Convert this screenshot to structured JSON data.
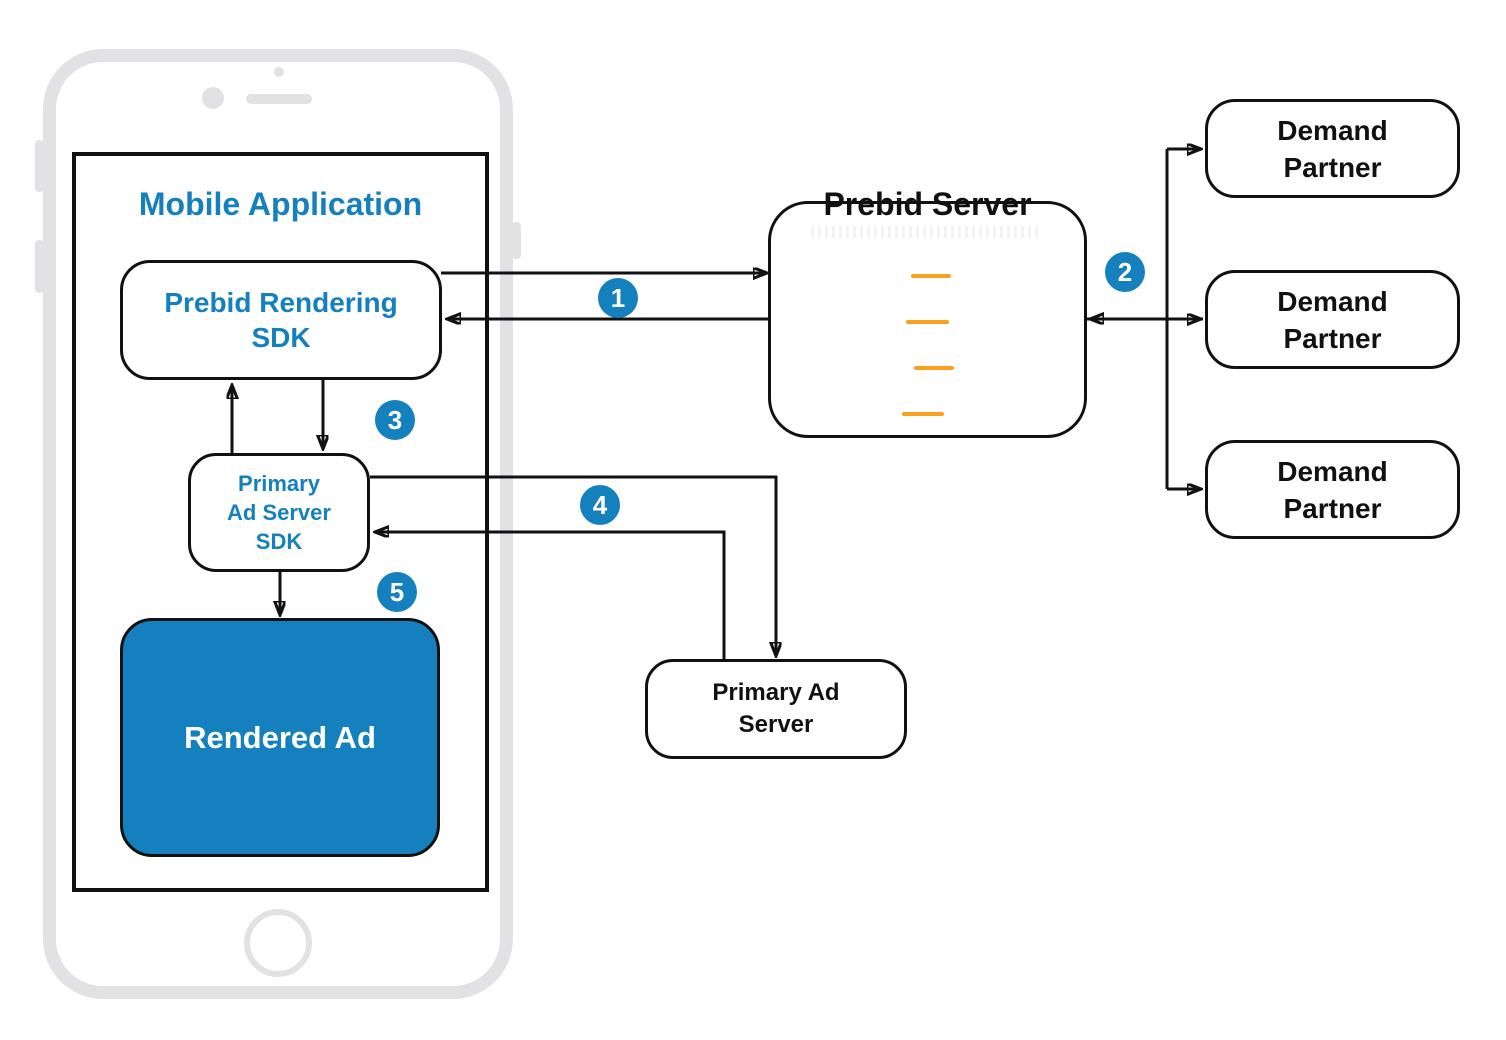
{
  "colors": {
    "accent": "#1480BD",
    "orange": "#F9A01C",
    "line": "#111111",
    "phone": "#E2E2E4"
  },
  "mobile_app": {
    "title": "Mobile Application"
  },
  "nodes": {
    "prebid_rendering_sdk": {
      "label": "Prebid Rendering\nSDK"
    },
    "primary_ad_server_sdk": {
      "label": "Primary\nAd Server\nSDK"
    },
    "rendered_ad": {
      "label": "Rendered Ad"
    },
    "prebid_server": {
      "label": "Prebid Server"
    },
    "primary_ad_server": {
      "label": "Primary Ad\nServer"
    },
    "demand_partners": [
      {
        "label": "Demand\nPartner"
      },
      {
        "label": "Demand\nPartner"
      },
      {
        "label": "Demand\nPartner"
      }
    ]
  },
  "steps": [
    {
      "number": "1"
    },
    {
      "number": "2"
    },
    {
      "number": "3"
    },
    {
      "number": "4"
    },
    {
      "number": "5"
    }
  ]
}
